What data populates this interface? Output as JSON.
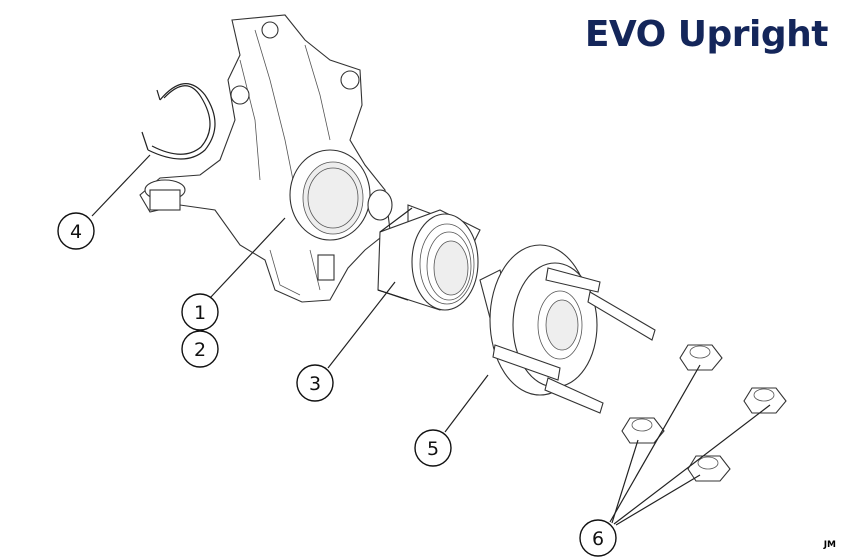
{
  "title": "EVO Upright",
  "author_initials": "JM",
  "callouts": [
    "1",
    "2",
    "3",
    "4",
    "5",
    "6"
  ],
  "colors": {
    "title": "#14265a",
    "line": "#222222"
  }
}
